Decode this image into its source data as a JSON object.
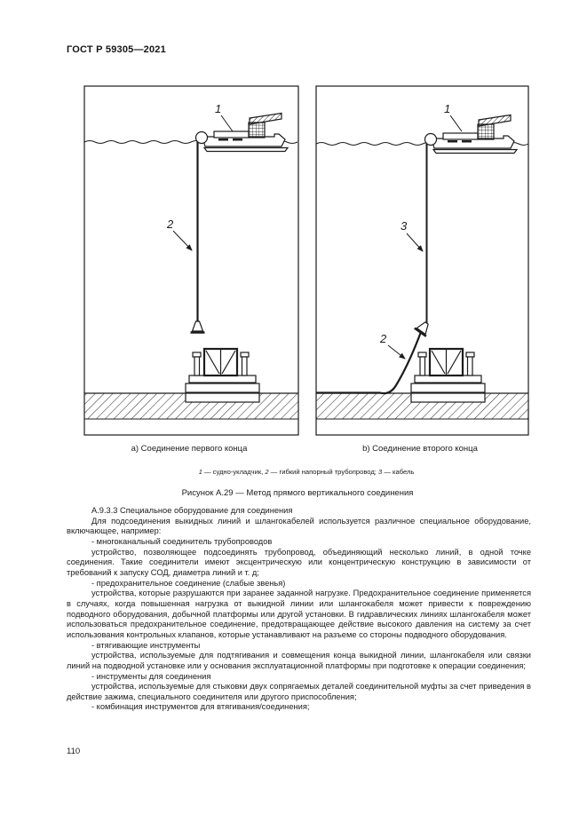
{
  "header": {
    "doc_number": "ГОСТ Р 59305—2021"
  },
  "figure": {
    "caption_a": "a) Соединение первого конца",
    "caption_b": "b) Соединение второго конца",
    "legend": [
      {
        "num": "1",
        "text": " — судно-укладчик, "
      },
      {
        "num": "2",
        "text": " — гибкий напорный трубопровод; "
      },
      {
        "num": "3",
        "text": " — кабель"
      }
    ],
    "caption": "Рисунок А.29 — Метод прямого вертикального соединения",
    "label_ship": "1",
    "label_flexible_pipe": "2",
    "label_cable": "3"
  },
  "body": {
    "paragraphs": [
      "А.9.3.3 Специальное оборудование для соединения",
      "Для подсоединения выкидных линий и шлангокабелей используется различное специальное оборудование, включающее, например:",
      "- многоканальный соединитель трубопроводов",
      "устройство, позволяющее подсоединять трубопровод, объединяющий несколько линий, в одной точке соединения. Такие соединители имеют эксцентрическую или концентрическую конструкцию в зависимости от требований к запуску СОД, диаметра линий и т. д;",
      "- предохранительное соединение (слабые звенья)",
      "устройства, которые разрушаются при заранее заданной нагрузке. Предохранительное соединение применяется в случаях, когда повышенная нагрузка от выкидной линии или шлангокабеля может привести к повреждению подводного оборудования, добычной платформы или другой установки. В гидравлических линиях шлангокабеля может использоваться предохранительное соединение, предотвращающее действие высокого давления на систему за счет использования контрольных клапанов, которые устанавливают на разъеме со стороны подводного оборудования.",
      "- втягивающие инструменты",
      "устройства, используемые для подтягивания и совмещения конца выкидной линии, шлангокабеля или связки линий на подводной установке или у основания эксплуатационной платформы при подготовке к операции соединения;",
      "- инструменты для соединения",
      "устройства, используемые для стыковки двух сопрягаемых деталей соединительной муфты за счет приведения в действие зажима, специального соединителя или другого приспособления;",
      "- комбинация инструментов для втягивания/соединения;"
    ]
  },
  "footer": {
    "page_number": "110"
  }
}
